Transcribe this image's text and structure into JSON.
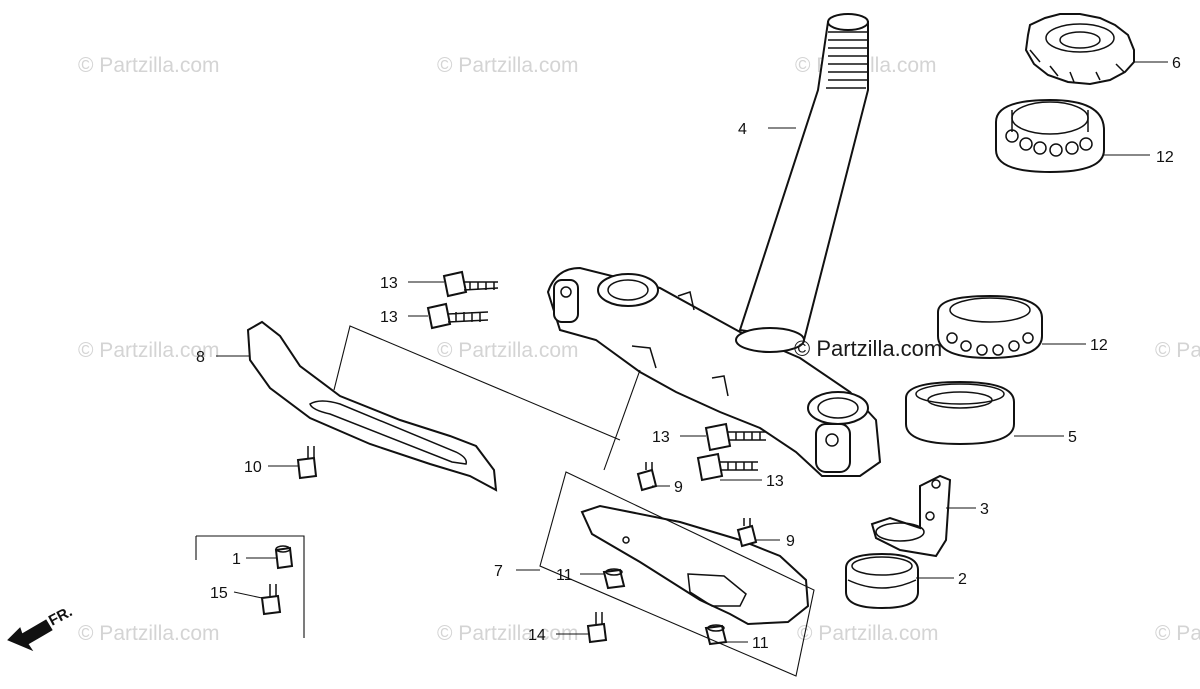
{
  "watermark": {
    "text": "© Partzilla.com",
    "center_text": "© Partzilla.com"
  },
  "direction": {
    "label": "FR."
  },
  "callouts": {
    "c1": "1",
    "c2": "2",
    "c3": "3",
    "c4": "4",
    "c5": "5",
    "c6": "6",
    "c7": "7",
    "c8": "8",
    "c9a": "9",
    "c9b": "9",
    "c10": "10",
    "c11a": "11",
    "c11b": "11",
    "c12a": "12",
    "c12b": "12",
    "c13a": "13",
    "c13b": "13",
    "c13c": "13",
    "c13d": "13",
    "c14": "14",
    "c15": "15"
  },
  "colors": {
    "line": "#111111",
    "watermark": "#d4d4d4",
    "background": "#ffffff"
  }
}
